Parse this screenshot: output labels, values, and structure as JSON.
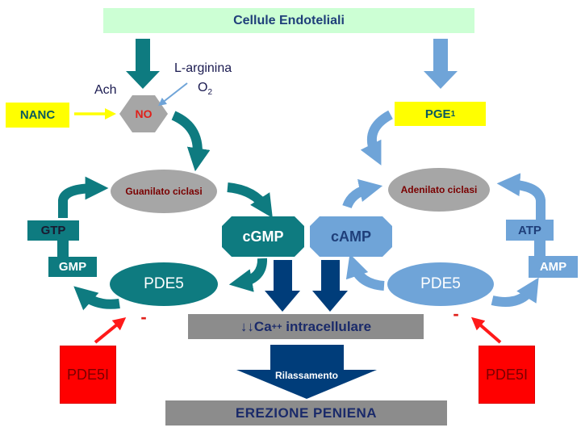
{
  "title": "Cellule Endoteliali",
  "inputs": {
    "ach": "Ach",
    "l_arginina": "L-arginina",
    "o2": "O",
    "o2_sub": "2",
    "nanc": "NANC",
    "no": "NO"
  },
  "left_path": {
    "enzyme": "Guanilato ciclasi",
    "messenger": "cGMP",
    "substrate": "GTP",
    "product": "GMP",
    "pde": "PDE5",
    "minus": "-",
    "inhibitor": "PDE5I"
  },
  "right_path": {
    "agonist": "PGE",
    "agonist_sub": "1",
    "enzyme": "Adenilato ciclasi",
    "messenger": "cAMP",
    "substrate": "ATP",
    "product": "AMP",
    "pde": "PDE5",
    "minus": "-",
    "inhibitor": "PDE5I"
  },
  "center": {
    "calcium_arrows": "↓↓",
    "calcium_ion": "Ca",
    "calcium_charge": "++",
    "calcium_rest": " intracellulare",
    "relaxation": "Rilassamento",
    "erection": "EREZIONE PENIENA"
  },
  "colors": {
    "teal": "#0e7b80",
    "light_blue": "#6fa4d8",
    "navy": "#003d7a",
    "yellow": "#ffff00",
    "red": "#ff1a1a",
    "gray": "#8c8c8c",
    "pale_green": "#ccffd4",
    "enzyme_gray": "#a6a6a6"
  }
}
